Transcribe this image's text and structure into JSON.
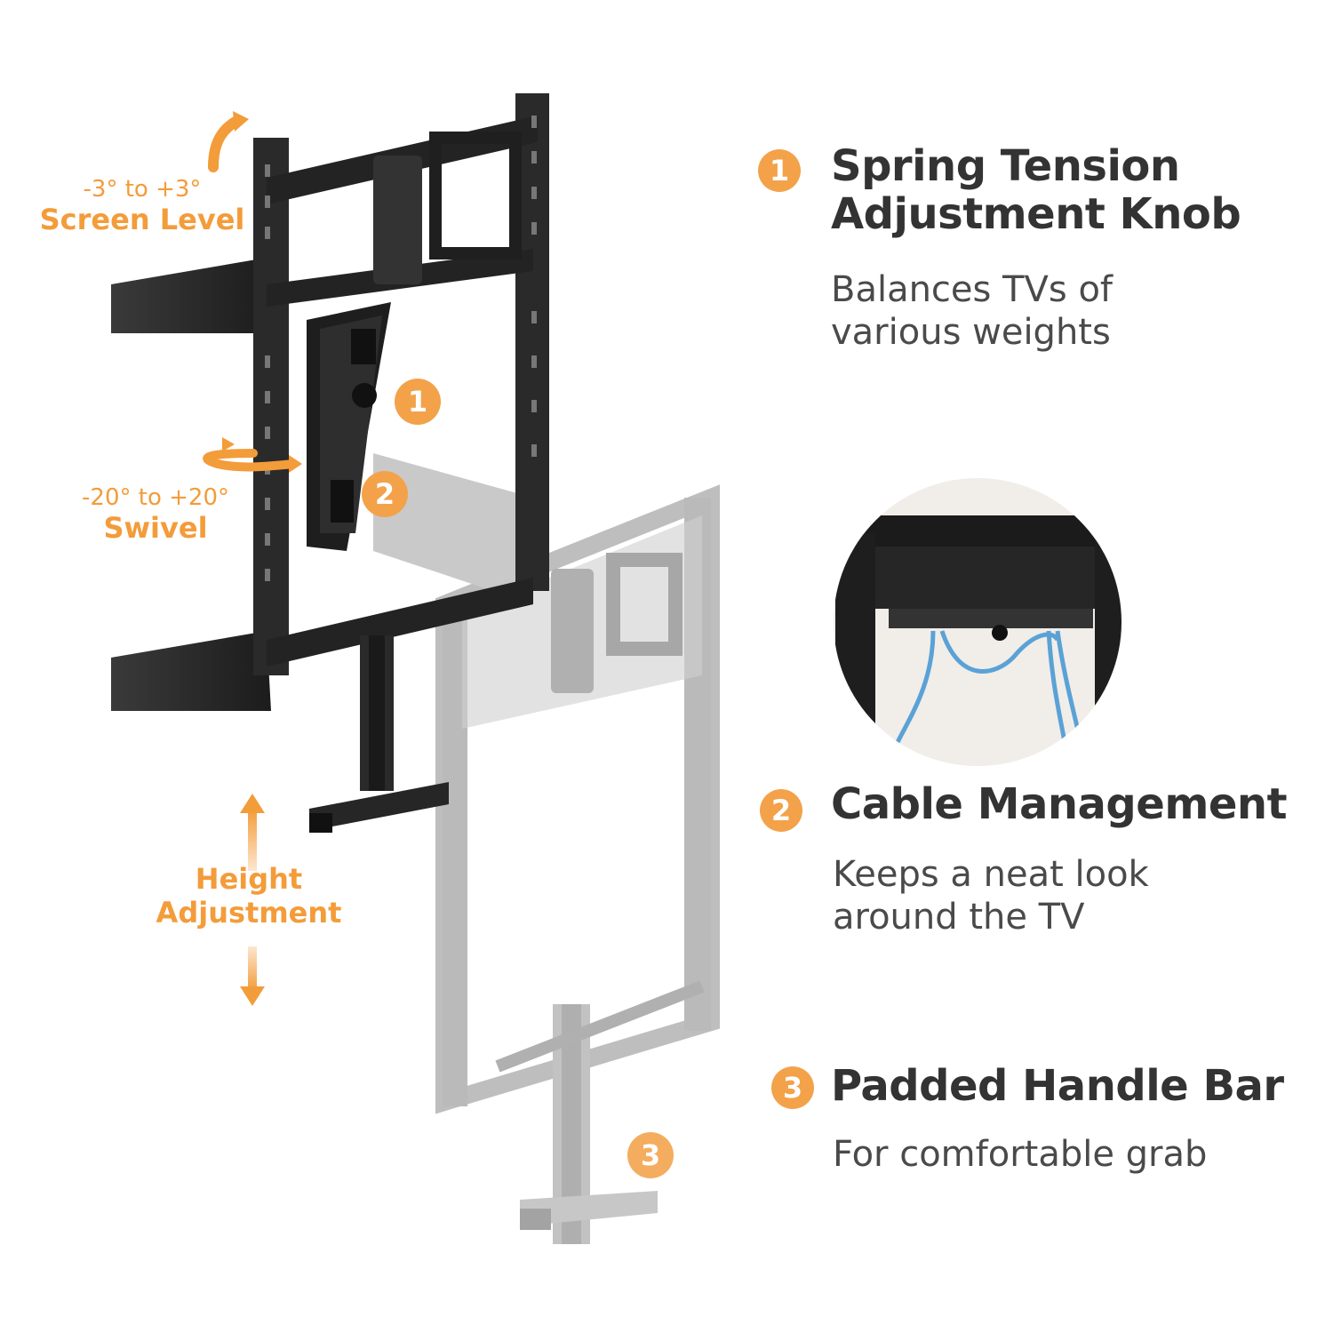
{
  "annotations": {
    "screen_level": {
      "range": "-3° to +3°",
      "label": "Screen Level"
    },
    "swivel": {
      "range": "-20° to +20°",
      "label": "Swivel"
    },
    "height": {
      "line1": "Height",
      "line2": "Adjustment"
    }
  },
  "image_markers": [
    "1",
    "2",
    "3"
  ],
  "features": [
    {
      "number": "1",
      "title_line1": "Spring Tension",
      "title_line2": "Adjustment Knob",
      "desc_line1": "Balances TVs of",
      "desc_line2": "various weights"
    },
    {
      "number": "2",
      "title_line1": "Cable Management",
      "desc_line1": "Keeps a neat look",
      "desc_line2": "around the TV"
    },
    {
      "number": "3",
      "title_line1": "Padded Handle Bar",
      "desc_line1": "For comfortable grab"
    }
  ],
  "colors": {
    "accent": "#f39c3a",
    "title_text": "#333333",
    "body_text": "#4a4a4a",
    "mount_dark": "#2b2b2b",
    "mount_ghost": "#bdbdbd"
  }
}
